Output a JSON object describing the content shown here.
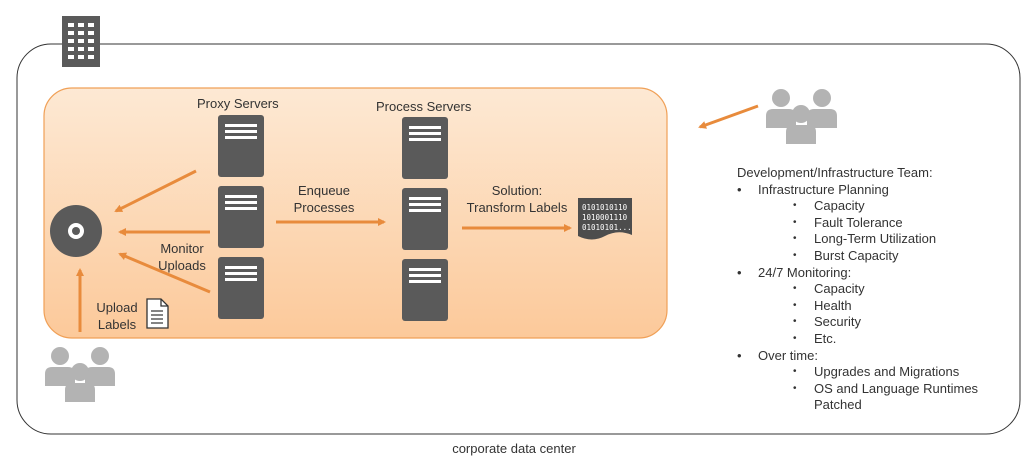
{
  "footer": {
    "caption": "corporate data center"
  },
  "groups": {
    "proxy": "Proxy Servers",
    "process": "Process Servers"
  },
  "labels": {
    "enqueue_1": "Enqueue",
    "enqueue_2": "Processes",
    "solution_1": "Solution:",
    "solution_2": "Transform Labels",
    "monitor_1": "Monitor",
    "monitor_2": "Uploads",
    "upload_1": "Upload",
    "upload_2": "Labels"
  },
  "data_block": {
    "line1": "0101010110",
    "line2": "1010001110",
    "line3": "01010101..."
  },
  "team": {
    "title": "Development/Infrastructure Team:",
    "sections": [
      {
        "label": "Infrastructure Planning",
        "items": [
          "Capacity",
          "Fault Tolerance",
          "Long-Term Utilization",
          "Burst Capacity"
        ]
      },
      {
        "label": "24/7 Monitoring:",
        "items": [
          "Capacity",
          "Health",
          "Security",
          "Etc."
        ]
      },
      {
        "label": "Over time:",
        "items": [
          "Upgrades and Migrations",
          "OS and Language Runtimes",
          "Patched"
        ]
      }
    ]
  },
  "icons": {
    "building": "building-icon",
    "server": "server-icon",
    "disc": "disc-icon",
    "document": "document-icon",
    "people": "people-icon"
  },
  "colors": {
    "orange_fill": "#fdd9b8",
    "orange_stroke": "#f0a057",
    "arrow": "#e88b3c",
    "server": "#5a5a5a",
    "people": "#b3b3b3"
  }
}
